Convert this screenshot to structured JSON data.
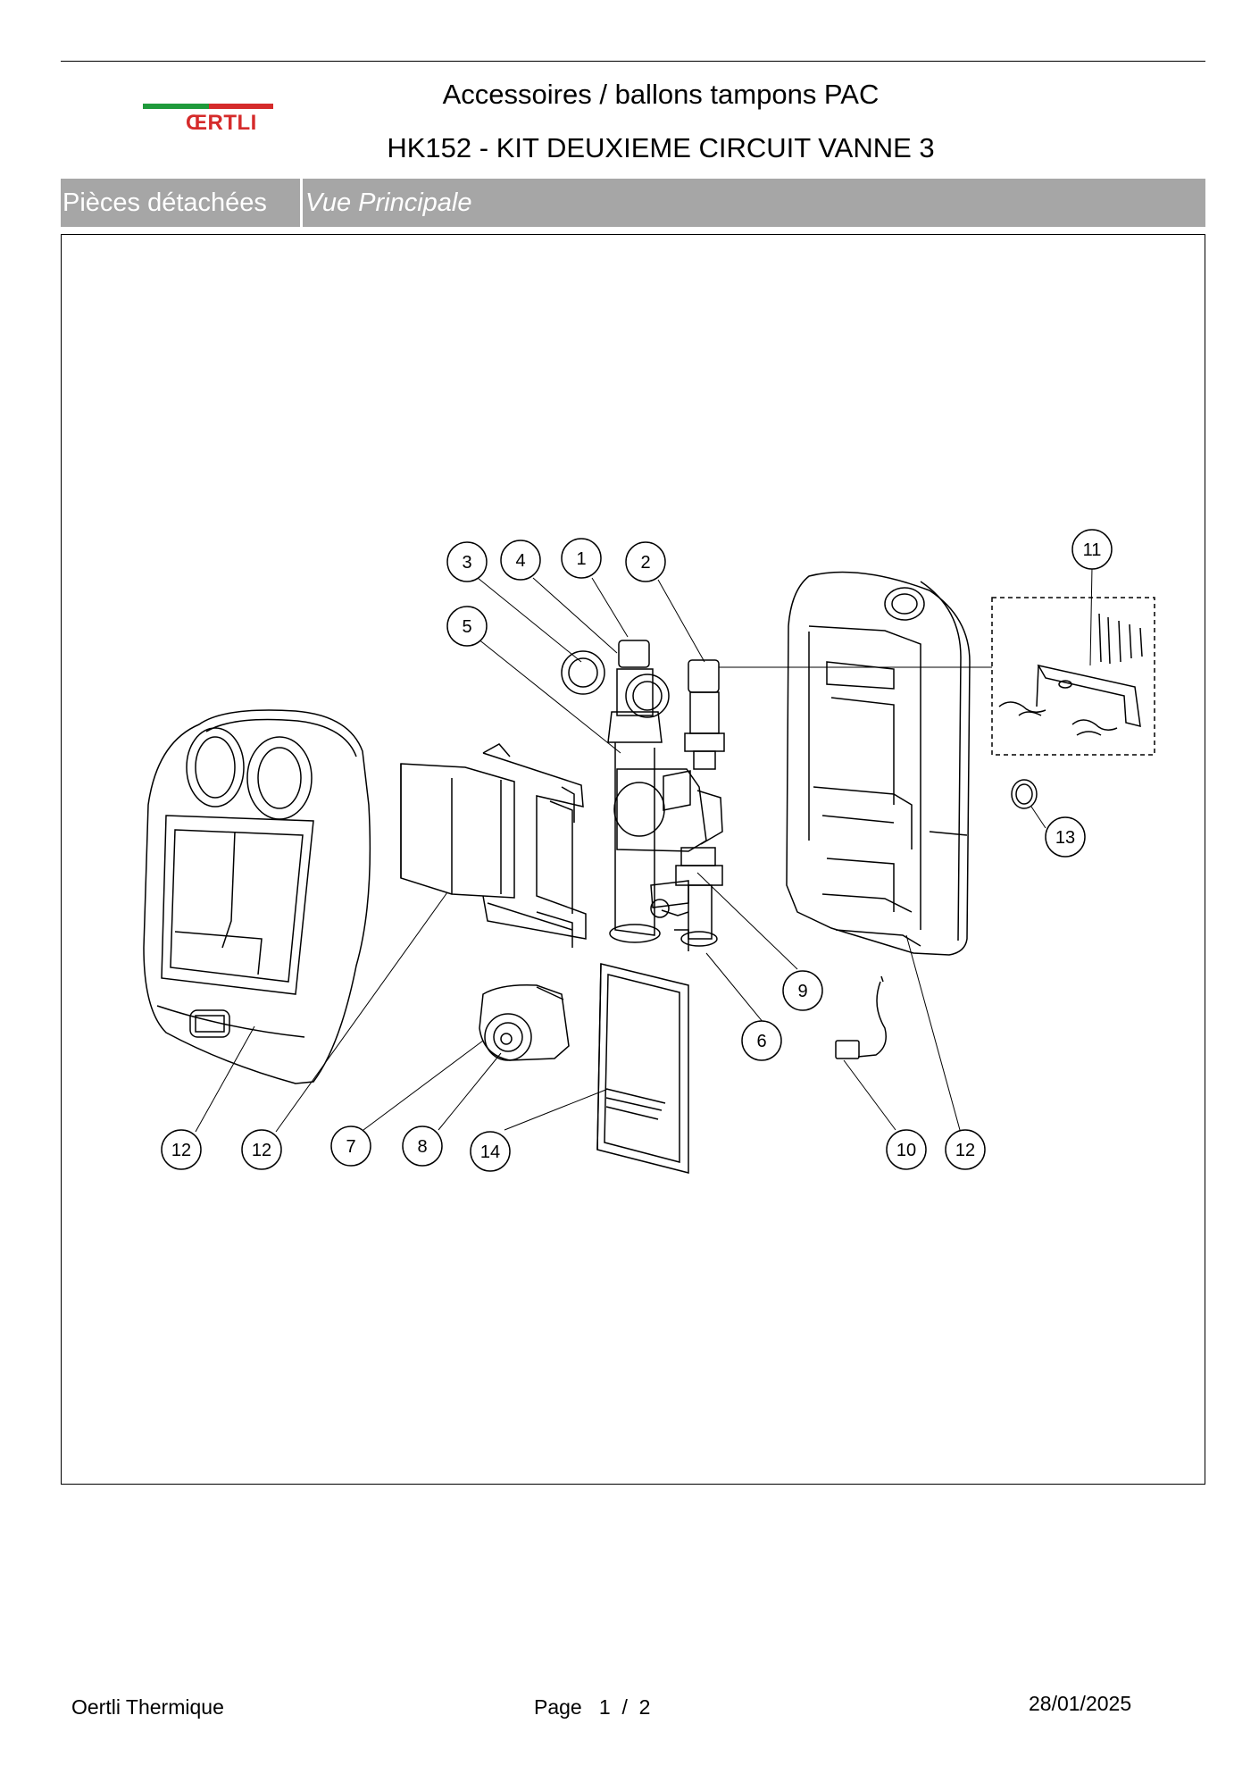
{
  "brand": {
    "logo_text": "ŒRTLI",
    "green": "#1f9a3b",
    "red": "#d52b2b"
  },
  "header": {
    "category": "Accessoires / ballons tampons PAC",
    "product": "HK152 - KIT DEUXIEME CIRCUIT VANNE 3"
  },
  "section": {
    "left_label": "Pièces détachées",
    "right_label": "Vue Principale",
    "bar_color": "#a6a6a6"
  },
  "diagram": {
    "callouts": [
      "3",
      "4",
      "1",
      "2",
      "5",
      "11",
      "13",
      "9",
      "6",
      "12",
      "12",
      "7",
      "8",
      "14",
      "10",
      "12"
    ]
  },
  "footer": {
    "company": "Oertli Thermique",
    "page": "Page   1  /  2",
    "date": "28/01/2025"
  }
}
